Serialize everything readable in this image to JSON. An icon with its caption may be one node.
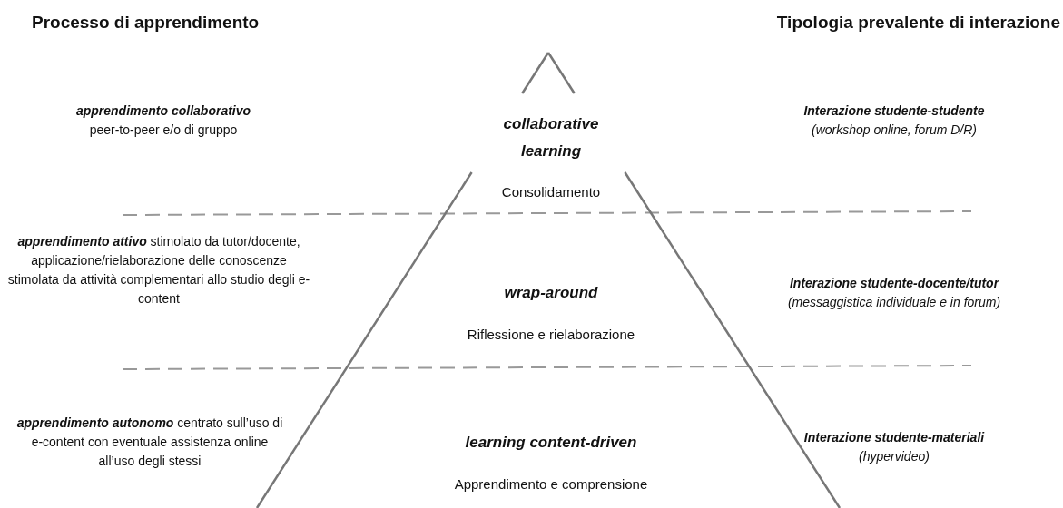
{
  "diagram": {
    "nodes": [
      {
        "text": [
          "collaborative learning",
          "Consolidamento",
          "wrap-around",
          "Riflessione e rielaborazione",
          "learning content-driven",
          "Apprendimento e comprensione"
        ]
      }
    ],
    "edges": [],
    "labels": [
      "Processo di apprendimento",
      "Tipologia prevalente di interazione",
      "apprendimento collaborativo",
      "peer-to-peer e/o di gruppo",
      "Interazione studente-studente",
      "(workshop online, forum D/R)",
      "**apprendimento attivo** stimolato da tutor/docente, applicazione/rielaborazione delle conoscenze stimolata da attività complementari allo studio degli e-content",
      "Interazione studente-docente/tutor",
      "(messaggistica individuale e in forum)",
      "**apprendimento autonomo** centrato sull’uso di e-content con eventuale assistenza online all’uso degli stessi",
      "Interazione studente-materiali",
      "(hypervideo)"
    ]
  }
}
